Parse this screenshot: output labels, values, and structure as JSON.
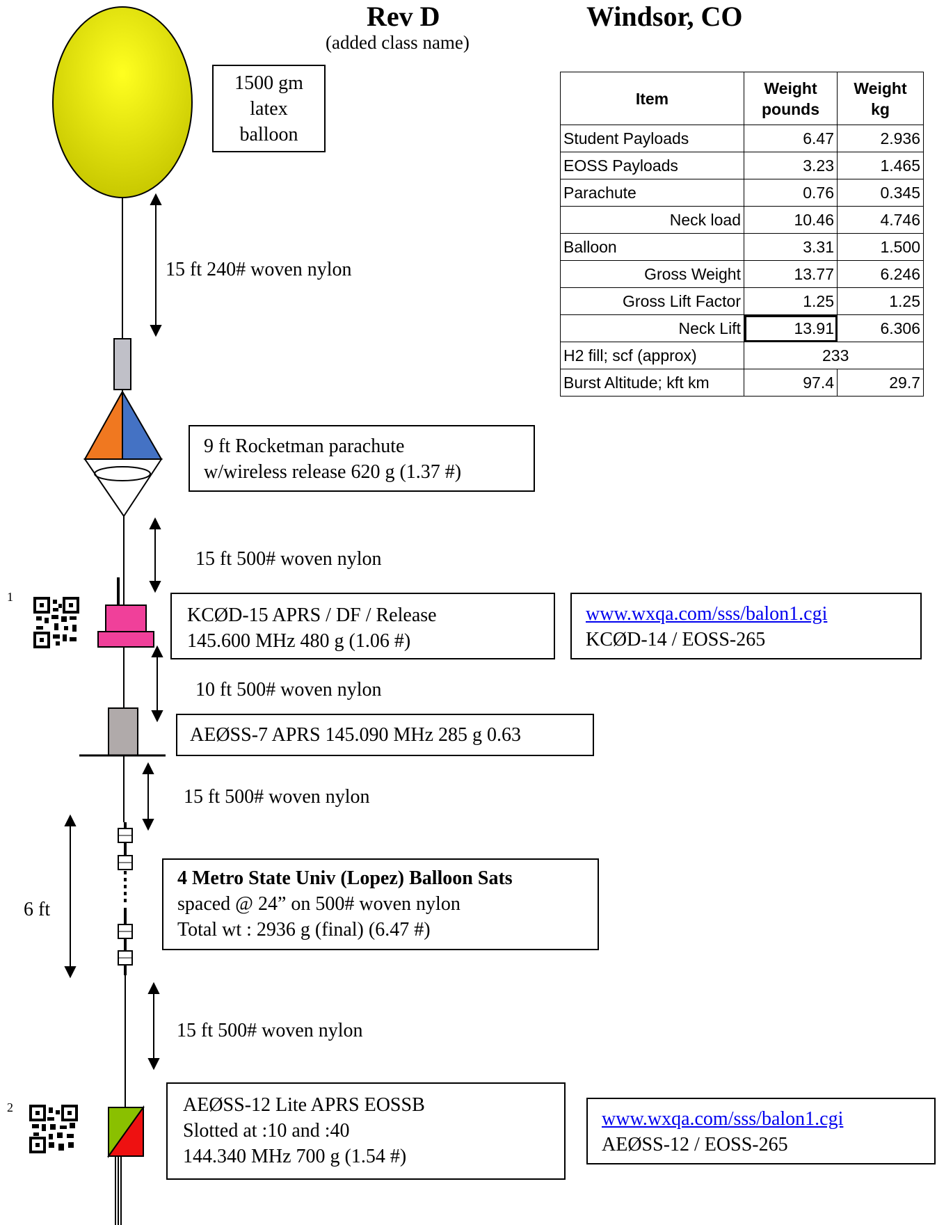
{
  "header": {
    "revision": "Rev D",
    "revision_note": "(added class name)",
    "location": "Windsor, CO"
  },
  "balloon_box": [
    "1500 gm",
    "latex",
    "balloon"
  ],
  "line_labels": {
    "line1": "15 ft 240# woven nylon",
    "line2": "15 ft 500# woven nylon",
    "line3": "10 ft 500# woven nylon",
    "line4": "15 ft 500# woven nylon",
    "line5": "15 ft 500# woven nylon",
    "span": "6 ft"
  },
  "parachute_box": [
    "9 ft Rocketman parachute",
    "w/wireless release   620 g (1.37 #)"
  ],
  "kc0d_box": [
    "KCØD-15 APRS / DF / Release",
    "145.600 MHz  480 g (1.06 #)"
  ],
  "link1": {
    "url": "www.wxqa.com/sss/balon1.cgi",
    "text": "KCØD-14 / EOSS-265",
    "footnote": "1"
  },
  "ae0ss7_box": "AEØSS-7 APRS 145.090 MHz  285 g 0.63",
  "metro_box": {
    "title": "4 Metro State Univ (Lopez) Balloon Sats",
    "line2": "spaced @ 24” on 500# woven nylon",
    "line3": "Total wt : 2936 g (final) (6.47 #)"
  },
  "ae0ss12_box": [
    "AEØSS-12 Lite APRS EOSSB",
    "Slotted at :10 and :40",
    "144.340 MHz   700 g (1.54 #)"
  ],
  "link2": {
    "url": "www.wxqa.com/sss/balon1.cgi",
    "text": "AEØSS-12  / EOSS-265",
    "footnote": "2"
  },
  "weight_table": {
    "headers": {
      "item": "Item",
      "pounds": [
        "Weight",
        "pounds"
      ],
      "kg": [
        "Weight",
        "kg"
      ]
    },
    "rows": [
      {
        "item": "Student Payloads",
        "pounds": "6.47",
        "kg": "2.936"
      },
      {
        "item": "EOSS Payloads",
        "pounds": "3.23",
        "kg": "1.465"
      },
      {
        "item": "Parachute",
        "pounds": "0.76",
        "kg": "0.345"
      },
      {
        "item": "Neck load",
        "pounds": "10.46",
        "kg": "4.746"
      },
      {
        "item": "Balloon",
        "pounds": "3.31",
        "kg": "1.500"
      },
      {
        "item": "Gross Weight",
        "pounds": "13.77",
        "kg": "6.246"
      },
      {
        "item": "Gross Lift Factor",
        "pounds": "1.25",
        "kg": "1.25"
      },
      {
        "item": "Neck Lift",
        "pounds": "13.91",
        "kg": "6.306"
      }
    ],
    "h2_fill": {
      "item": "H2 fill; scf (approx)",
      "value": "233"
    },
    "burst": {
      "item": "Burst Altitude; kft km",
      "pounds": "97.4",
      "kg": "29.7"
    }
  },
  "colors": {
    "balloon": "#e6e61a",
    "parachute_left": "#f07820",
    "parachute_right": "#4472c4",
    "kc0d_radio": "#f0409a",
    "cylinder_grey": "#c0c0c8",
    "ae0ss7_grey": "#b0aaaa",
    "ae0ss12_green": "#8ac000",
    "ae0ss12_red": "#ee1111",
    "link": "#0000ee"
  }
}
